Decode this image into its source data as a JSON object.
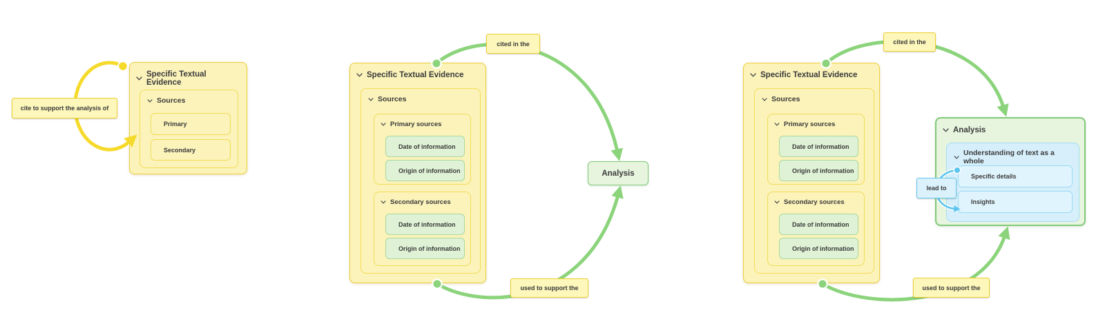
{
  "colors": {
    "yellow_fill": "#FBF3BA",
    "yellow_border": "#EDD039",
    "yellow_sub_border": "#F2DC55",
    "yellow_arrow": "#F6DA2B",
    "label_fill": "#FDF7BB",
    "label_border": "#F0CF2D",
    "green_leaf_fill": "#DFF2D5",
    "green_leaf_border": "#A8D89E",
    "analysis_fill": "#E7F5DF",
    "analysis_border": "#81C978",
    "green_arrow": "#8CD47C",
    "blue_fill": "#D6EFFB",
    "blue_border": "#A3DCF5",
    "blue_leaf_fill": "#E0F4FD",
    "blue_leaf_border": "#99DAF4",
    "blue_label_fill": "#DBF1FB",
    "blue_label_border": "#69C8F0",
    "blue_arrow": "#5CC5EF",
    "text": "#3A3A3A"
  },
  "shared": {
    "evidence_title": "Specific Textual Evidence",
    "sources": "Sources",
    "date_of_information": "Date of information",
    "origin_of_information": "Origin of information"
  },
  "panel1": {
    "loop_label": "cite to support the analysis of",
    "primary": "Primary",
    "secondary": "Secondary"
  },
  "panel2": {
    "top_label": "cited in the",
    "bottom_label": "used to support the",
    "primary_sources": "Primary sources",
    "secondary_sources": "Secondary sources",
    "analysis": "Analysis"
  },
  "panel3": {
    "top_label": "cited in the",
    "bottom_label": "used to support the",
    "primary_sources": "Primary sources",
    "secondary_sources": "Secondary sources",
    "analysis": "Analysis",
    "understanding": "Understanding of text as a whole",
    "specific_details": "Specific details",
    "insights": "Insights",
    "lead_label": "lead to"
  }
}
